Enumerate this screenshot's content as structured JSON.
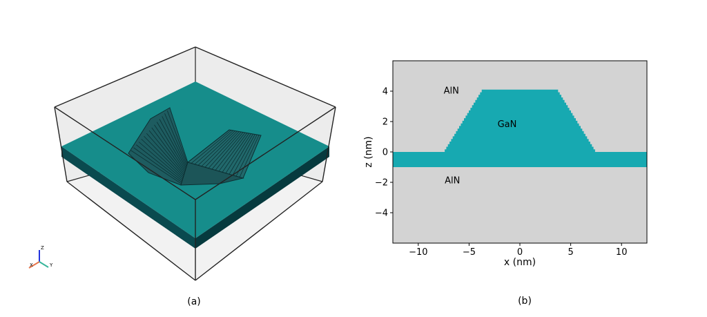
{
  "panel_a": {
    "caption": "(a)",
    "axes_triad": {
      "z": "Z",
      "x": "X",
      "y": "Y"
    }
  },
  "panel_b": {
    "caption": "(b)"
  },
  "chart_data": {
    "type": "area",
    "xlabel": "x (nm)",
    "ylabel": "z (nm)",
    "xlim": [
      -12.5,
      12.5
    ],
    "ylim": [
      -6,
      6
    ],
    "xticks": [
      -10,
      -5,
      0,
      5,
      10
    ],
    "xtick_labels": [
      "−10",
      "−5",
      "0",
      "5",
      "10"
    ],
    "yticks": [
      -4,
      -2,
      0,
      2,
      4
    ],
    "ytick_labels": [
      "−4",
      "−2",
      "0",
      "2",
      "4"
    ],
    "annotations": [
      {
        "text": "AlN",
        "x": -7.5,
        "y": 4.0
      },
      {
        "text": "GaN",
        "x": -2.2,
        "y": 1.8
      },
      {
        "text": "AlN",
        "x": -7.4,
        "y": -1.9
      }
    ],
    "regions": {
      "background": {
        "material": "AlN",
        "color": "#d3d3d3"
      },
      "gan": {
        "material": "GaN",
        "color": "#17a9b1",
        "wetting_layer": {
          "z_bottom": -1.0,
          "z_top": 0.0
        },
        "dot_profile": {
          "base_x": [
            -7.4,
            7.4
          ],
          "top_x": [
            -3.6,
            3.6
          ],
          "top_z": 4.1,
          "steps": 24
        }
      }
    }
  }
}
